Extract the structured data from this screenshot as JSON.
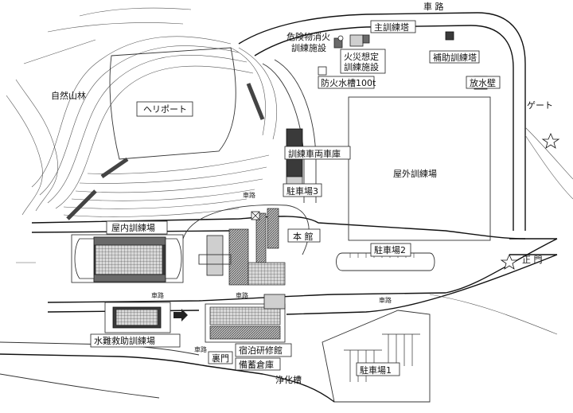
{
  "labels": {
    "road_top": "車 路",
    "main_tower": "主訓練塔",
    "hazmat": "危険物消火",
    "hazmat2": "訓練施設",
    "fire_sim": "火災想定",
    "fire_sim2": "訓練施設",
    "aux_tower": "補助訓練塔",
    "water_tank": "防火水槽100t",
    "water_wall": "放水壁",
    "gate": "ゲート",
    "forest": "自然山林",
    "heliport": "ヘリポート",
    "vehicle_garage": "訓練車両車庫",
    "outdoor_ground": "屋外訓練場",
    "parking3": "駐車場3",
    "main_hall": "本 館",
    "parking2": "駐車場2",
    "main_gate": "正 門",
    "indoor_ground": "屋内訓練場",
    "water_rescue": "水難救助訓練場",
    "dormitory": "宿泊研修館",
    "back_gate": "裏門",
    "storage": "備蓄倉庫",
    "septic": "浄化槽",
    "parking1": "駐車場1"
  },
  "small_labels": {
    "road_small_1": "車路",
    "road_small_2": "車路",
    "road_small_3": "車路",
    "road_small_4": "車路",
    "road_small_5": "車路"
  }
}
